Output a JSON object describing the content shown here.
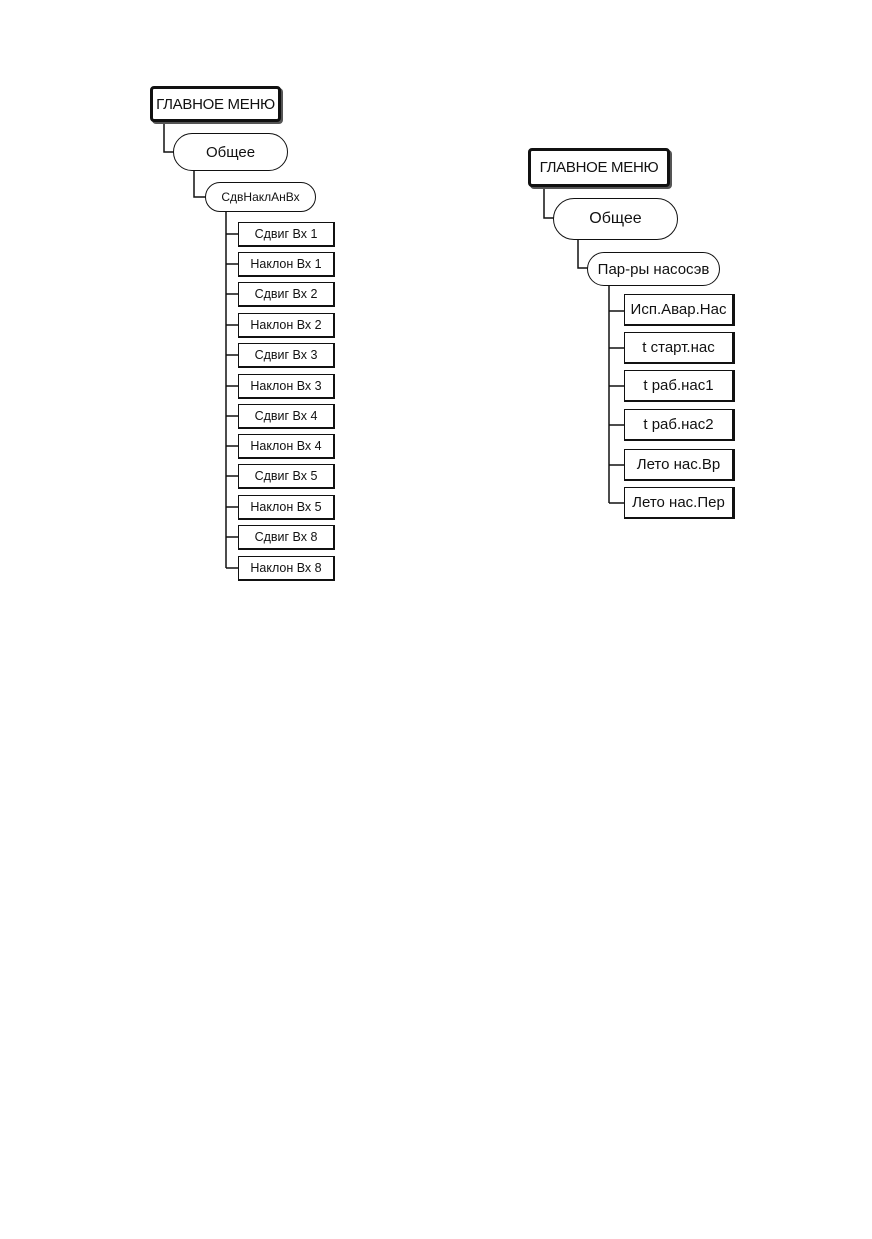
{
  "tree_left": {
    "root": "ГЛАВНОЕ МЕНЮ",
    "level1": "Общее",
    "level2": "СдвНаклАнВх",
    "items": [
      "Сдвиг Вх 1",
      "Наклон Вх 1",
      "Сдвиг Вх 2",
      "Наклон Вх 2",
      "Сдвиг Вх 3",
      "Наклон Вх 3",
      "Сдвиг Вх 4",
      "Наклон Вх 4",
      "Сдвиг Вх 5",
      "Наклон Вх 5",
      "Сдвиг Вх 8",
      "Наклон Вх 8"
    ]
  },
  "tree_right": {
    "root": "ГЛАВНОЕ МЕНЮ",
    "level1": "Общее",
    "level2": "Пар-ры насосэв",
    "items": [
      "Исп.Авар.Нас",
      "t старт.нас",
      "t раб.нас1",
      "t раб.нас2",
      "Лето нас.Вр",
      "Лето нас.Пер"
    ]
  }
}
